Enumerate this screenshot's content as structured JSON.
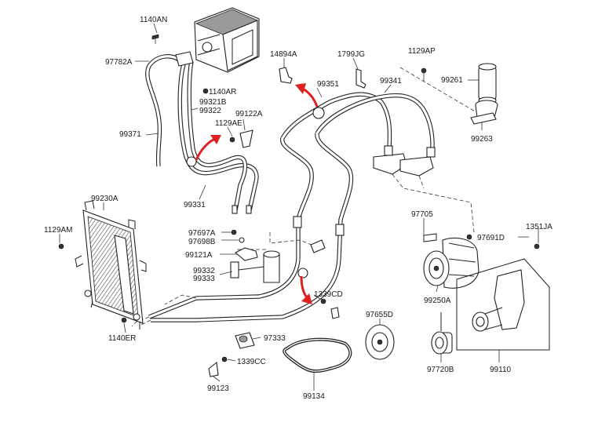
{
  "parts": {
    "p_1140AN": "1140AN",
    "p_97782A": "97782A",
    "p_1140AR": "1140AR",
    "p_99321B": "99321B",
    "p_99322": "99322",
    "p_99371": "99371",
    "p_1129AE": "1129AE",
    "p_99122A": "99122A",
    "p_14894A": "14894A",
    "p_1799JG": "1799JG",
    "p_99351": "99351",
    "p_99341": "99341",
    "p_1129AP": "1129AP",
    "p_99261": "99261",
    "p_99263": "99263",
    "p_99230A": "99230A",
    "p_1129AM": "1129AM",
    "p_99331": "99331",
    "p_97697A": "97697A",
    "p_97698B": "97698B",
    "p_99121A": "99121A",
    "p_99332": "99332",
    "p_99333": "99333",
    "p_97705": "97705",
    "p_97691D": "97691D",
    "p_1351JA": "1351JA",
    "p_1339CD": "1339CD",
    "p_99250A": "99250A",
    "p_1140ER": "1140ER",
    "p_97655D": "97655D",
    "p_97333": "97333",
    "p_1339CC": "1339CC",
    "p_97720B": "97720B",
    "p_99110": "99110",
    "p_99123": "99123",
    "p_99134": "99134"
  },
  "colors": {
    "line": "#222222",
    "highlight_arrow": "#e02020",
    "background": "#ffffff"
  }
}
